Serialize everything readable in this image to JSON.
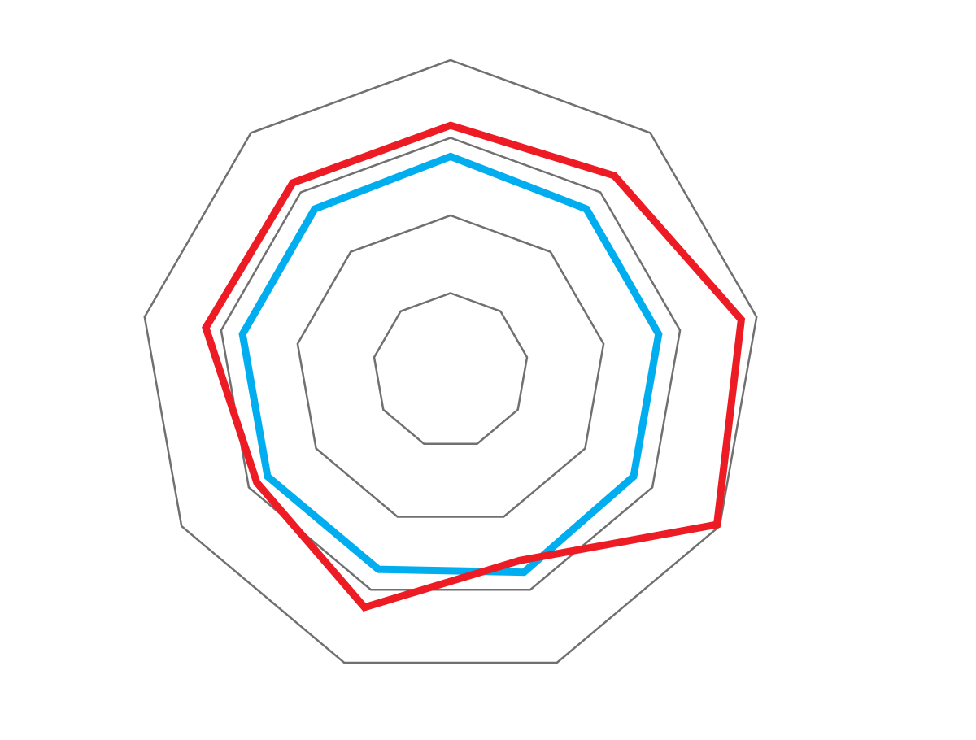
{
  "chart_data": {
    "type": "radar",
    "axes_count": 9,
    "rlim": [
      0,
      100
    ],
    "grid_levels": [
      25,
      50,
      75,
      100
    ],
    "grid_color": "#707070",
    "grid": true,
    "legend": "none",
    "series": [
      {
        "color": "#00AEEF",
        "values": [
          69,
          68,
          68,
          68,
          69,
          68,
          68,
          68,
          68
        ]
      },
      {
        "color": "#ED1C24",
        "values": [
          79,
          82,
          95,
          99,
          65,
          81,
          72,
          80,
          79
        ]
      }
    ]
  }
}
